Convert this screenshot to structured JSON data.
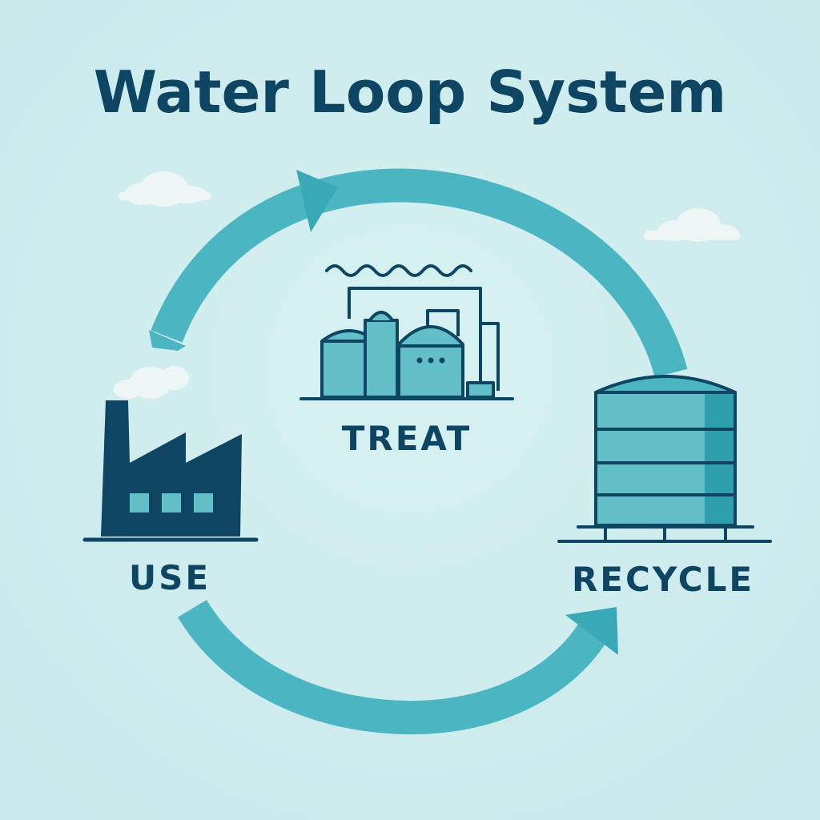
{
  "title": "Water Loop System",
  "stages": {
    "treat": {
      "label": "TREAT",
      "icon": "treatment-plant-icon"
    },
    "recycle": {
      "label": "RECYCLE",
      "icon": "storage-tank-icon"
    },
    "use": {
      "label": "USE",
      "icon": "factory-icon"
    }
  },
  "flow": [
    "USE",
    "TREAT",
    "RECYCLE"
  ],
  "colors": {
    "background": "#cdeced",
    "navy": "#0e4563",
    "teal": "#4bb5c1",
    "teal_light": "#62bfc8",
    "teal_dark": "#2f9fae",
    "cloud": "#eef6f5"
  }
}
